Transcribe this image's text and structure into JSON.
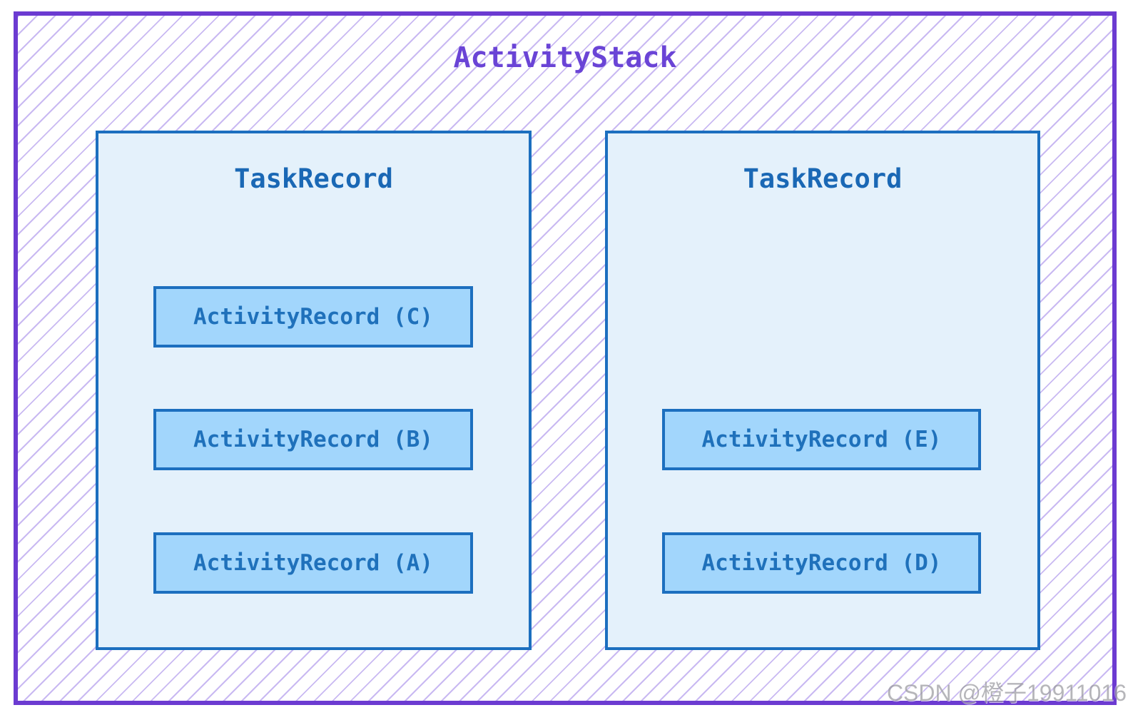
{
  "diagram": {
    "title": "ActivityStack",
    "tasks": [
      {
        "title": "TaskRecord",
        "records": [
          "ActivityRecord (C)",
          "ActivityRecord (B)",
          "ActivityRecord (A)"
        ]
      },
      {
        "title": "TaskRecord",
        "records": [
          "ActivityRecord (E)",
          "ActivityRecord (D)"
        ]
      }
    ],
    "watermark": "CSDN @橙子19911016",
    "colors": {
      "purple_border": "#6c3bd1",
      "purple_text": "#6a44d6",
      "hatch_line": "#c9b9f2",
      "blue_border": "#1c6fbf",
      "task_bg": "#e4f1fb",
      "task_title": "#1a68b5",
      "record_bg": "#a2d6fc",
      "record_text": "#1f71bb",
      "watermark_color": "#9b9ba0"
    }
  }
}
